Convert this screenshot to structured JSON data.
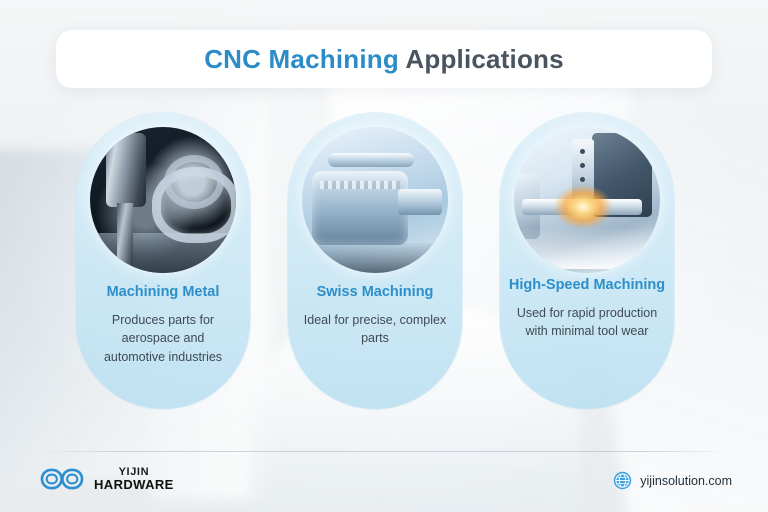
{
  "header": {
    "title_accent": "CNC Machining",
    "title_rest": " Applications",
    "accent_color": "#2b8cc8",
    "rest_color": "#4a5460"
  },
  "cards": [
    {
      "id": "machining-metal",
      "title": "Machining Metal",
      "description": "Produces parts for aerospace and automotive industries",
      "image_alt": "cnc-milling-closeup-photo"
    },
    {
      "id": "swiss-machining",
      "title": "Swiss Machining",
      "description": "Ideal for precise, complex parts",
      "image_alt": "swiss-lathe-chuck-photo"
    },
    {
      "id": "high-speed-machining",
      "title": "High-Speed Machining",
      "description": "Used for rapid production with minimal tool wear",
      "image_alt": "high-speed-cutting-spark-photo"
    }
  ],
  "footer": {
    "brand_line1": "YIJIN",
    "brand_line2": "HARDWARE",
    "logo_icon": "infinity-rings-icon",
    "site_icon": "globe-icon",
    "site_url": "yijinsolution.com",
    "brand_blue": "#2f8fd0"
  }
}
